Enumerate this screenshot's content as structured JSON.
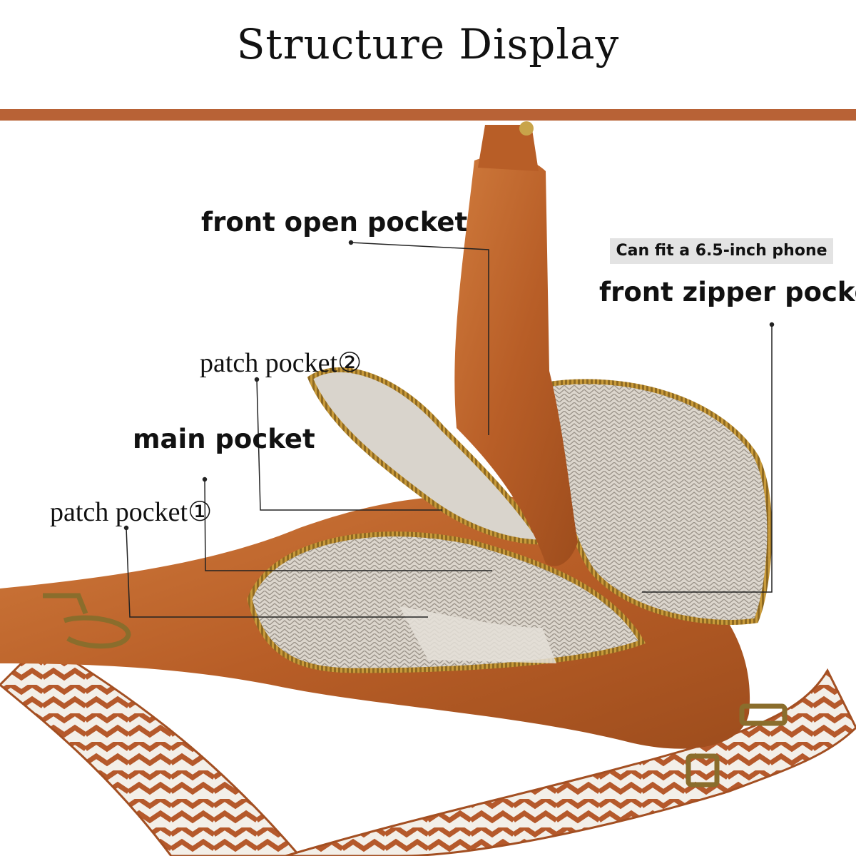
{
  "header": {
    "title": "Structure Display",
    "accent_color": "#b86236"
  },
  "callouts": {
    "front_open_pocket": "front open pocket",
    "front_zipper_pocket": "front zipper pocket",
    "phone_note": "Can fit a 6.5-inch phone",
    "patch_pocket_2": "patch pocket②",
    "main_pocket": "main pocket",
    "patch_pocket_1": "patch pocket①"
  },
  "product": {
    "leather_color": "#c0642c",
    "lining_color": "#d9d4cc",
    "zipper_color": "#c89a3a",
    "strap_pattern_colors": [
      "#b5592b",
      "#f3efe8"
    ]
  }
}
